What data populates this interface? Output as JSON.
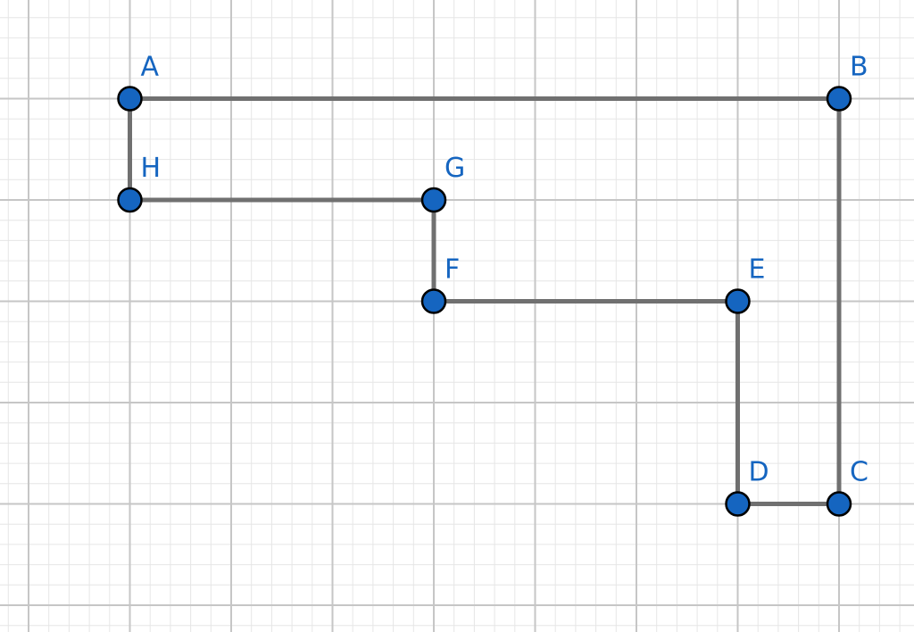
{
  "colors": {
    "background": "#ffffff",
    "grid_minor": "#e6e6e6",
    "grid_major": "#c6c6c6",
    "segment": "#707070",
    "point_fill": "#1565c0",
    "point_stroke": "#000000",
    "label": "#1565c0"
  },
  "grid": {
    "visible": true,
    "minor_divisions_per_major": 5
  },
  "points": [
    {
      "id": "A",
      "label": "A",
      "x": 1,
      "y": 5,
      "label_side": "right"
    },
    {
      "id": "B",
      "label": "B",
      "x": 8,
      "y": 5,
      "label_side": "right"
    },
    {
      "id": "C",
      "label": "C",
      "x": 8,
      "y": 1,
      "label_side": "right"
    },
    {
      "id": "D",
      "label": "D",
      "x": 7,
      "y": 1,
      "label_side": "right"
    },
    {
      "id": "E",
      "label": "E",
      "x": 7,
      "y": 3,
      "label_side": "right"
    },
    {
      "id": "F",
      "label": "F",
      "x": 4,
      "y": 3,
      "label_side": "right"
    },
    {
      "id": "G",
      "label": "G",
      "x": 4,
      "y": 4,
      "label_side": "right"
    },
    {
      "id": "H",
      "label": "H",
      "x": 1,
      "y": 4,
      "label_side": "right"
    }
  ],
  "segments": [
    [
      "A",
      "B"
    ],
    [
      "B",
      "C"
    ],
    [
      "C",
      "D"
    ],
    [
      "D",
      "E"
    ],
    [
      "E",
      "F"
    ],
    [
      "F",
      "G"
    ],
    [
      "G",
      "H"
    ],
    [
      "H",
      "A"
    ]
  ]
}
